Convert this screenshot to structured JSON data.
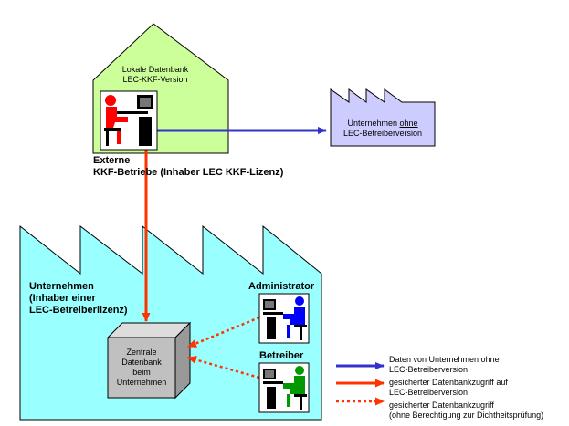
{
  "local_db": {
    "line1": "Lokale Datenbank",
    "line2": "LEC-KKF-Version"
  },
  "external": {
    "line1": "Externe",
    "line2": "KKF-Betriebe (Inhaber LEC KKF-Lizenz)"
  },
  "company_without": {
    "line1_prefix": "Unternehmen ",
    "line1_underlined": "ohne",
    "line2": "LEC-Betreiberversion"
  },
  "company_main": {
    "line1": "Unternehmen",
    "line2": "(Inhaber einer",
    "line3": "LEC-Betreiberlizenz)"
  },
  "central_db": {
    "line1": "Zentrale",
    "line2": "Datenbank",
    "line3": "beim",
    "line4": "Unternehmen"
  },
  "roles": {
    "administrator": "Administrator",
    "operator": "Betreiber"
  },
  "legend": {
    "blue_line1": "Daten von Unternehmen ohne",
    "blue_line2": "LEC-Betreiberversion",
    "red_line1": "gesicherter Datenbankzugriff auf",
    "red_line2": "LEC-Betreiberversion",
    "dotted_line1": "gesicherter Datenbankzugriff",
    "dotted_line2": "(ohne Berechtigung zur Dichtheitsprüfung)"
  },
  "colors": {
    "house": "#ccff99",
    "factory_big": "#99ffff",
    "factory_small": "#ccccff",
    "blue_arrow": "#3333cc",
    "red_arrow": "#ff3300",
    "dotted_arrow": "#ff3300",
    "person_red": "#ff0000",
    "person_blue": "#0000ff",
    "person_green": "#009900",
    "db_box": "#c0c0c0"
  }
}
